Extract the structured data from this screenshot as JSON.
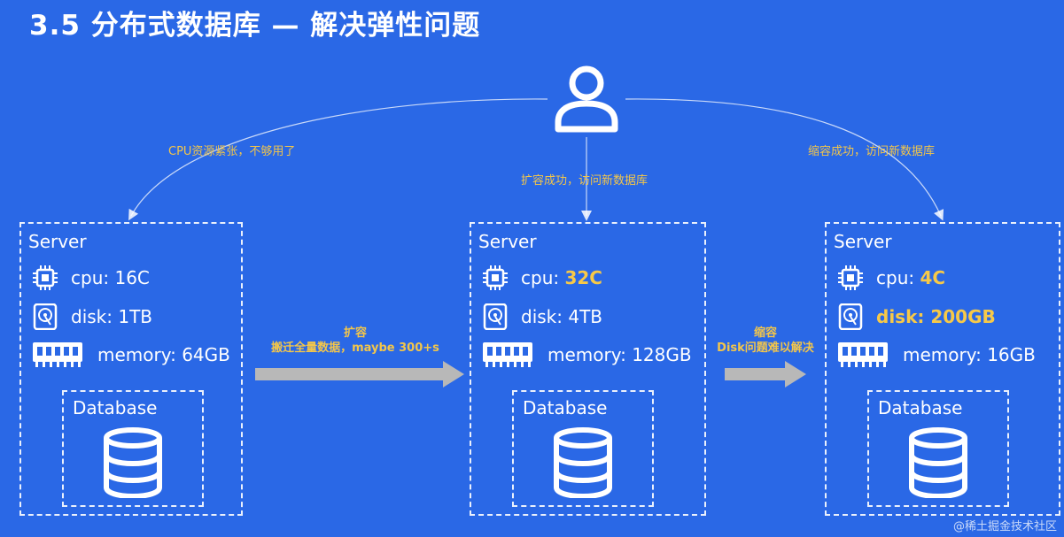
{
  "title": "3.5 分布式数据库 — 解决弹性问题",
  "user": {
    "icon": "user-icon"
  },
  "edges": {
    "left": "CPU资源紧张，不够用了",
    "middle": "扩容成功，访问新数据库",
    "right": "缩容成功，访问新数据库"
  },
  "servers": [
    {
      "title": "Server",
      "cpu": "cpu: 16C",
      "disk": "disk: 1TB",
      "memory": "memory: 64GB",
      "db": "Database"
    },
    {
      "title": "Server",
      "cpu_prefix": "cpu: ",
      "cpu_value": "32C",
      "disk": "disk: 4TB",
      "memory": "memory: 128GB",
      "db": "Database"
    },
    {
      "title": "Server",
      "cpu_prefix": "cpu: ",
      "cpu_value": "4C",
      "disk": "disk: 200GB",
      "memory": "memory: 16GB",
      "db": "Database"
    }
  ],
  "transitions": [
    {
      "line1": "扩容",
      "line2": "搬迁全量数据，maybe 300+s"
    },
    {
      "line1": "缩容",
      "line2": "Disk问题难以解决"
    }
  ],
  "highlight_color": "#f7c948",
  "watermark": "@稀土掘金技术社区"
}
